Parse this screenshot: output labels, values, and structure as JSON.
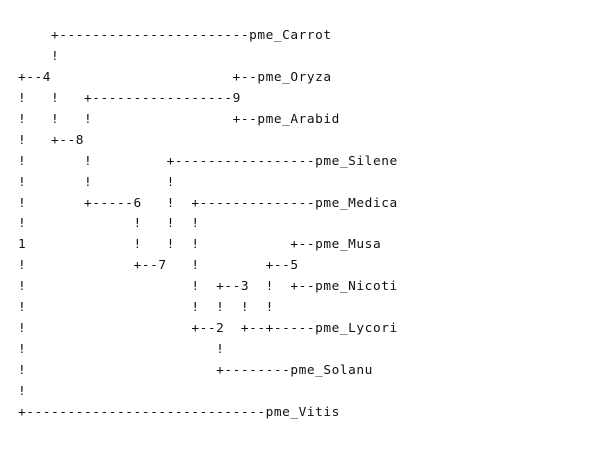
{
  "tree": {
    "lines": [
      "    +-----------------------pme_Carrot",
      "    !",
      "+--4                      +--pme_Oryza",
      "!   !   +-----------------9",
      "!   !   !                 +--pme_Arabid",
      "!   +--8",
      "!       !         +-----------------pme_Silene",
      "!       !         !",
      "!       +-----6   !  +--------------pme_Medica",
      "!             !   !  !",
      "1             !   !  !           +--pme_Musa",
      "!             +--7   !        +--5",
      "!                    !  +--3  !  +--pme_Nicoti",
      "!                    !  !  !  !",
      "!                    +--2  +--+-----pme_Lycori",
      "!                       !",
      "!                       +--------pme_Solanu",
      "!",
      "+-----------------------------pme_Vitis"
    ]
  }
}
